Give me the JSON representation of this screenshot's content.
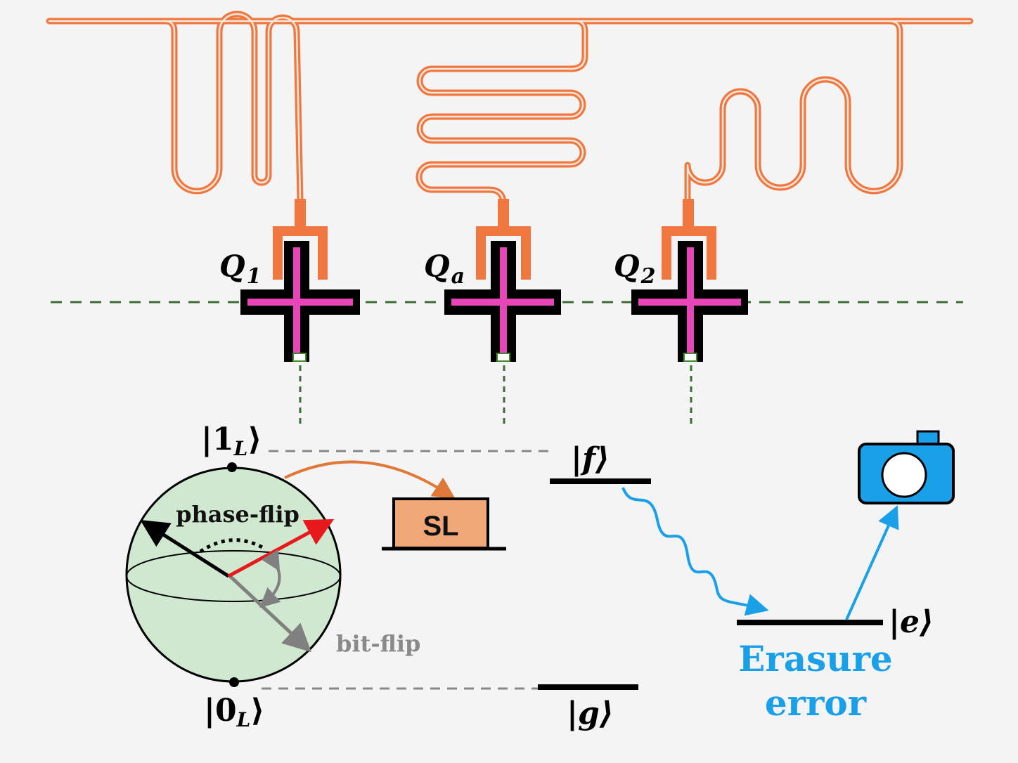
{
  "qubits": [
    {
      "main": "Q",
      "sub": "1"
    },
    {
      "main": "Q",
      "sub": "a"
    },
    {
      "main": "Q",
      "sub": "2"
    }
  ],
  "bloch": {
    "top_label": {
      "pre": "|",
      "main": "1",
      "sub": "L",
      "post": "⟩"
    },
    "bottom_label": {
      "pre": "|",
      "main": "0",
      "sub": "L",
      "post": "⟩"
    },
    "phase_flip": "phase-flip",
    "bit_flip": "bit-flip"
  },
  "sl_box": {
    "label": "SL"
  },
  "levels": {
    "f": "|f⟩",
    "e": "|e⟩",
    "g": "|g⟩"
  },
  "erasure": {
    "line1": "Erasure",
    "line2": "error"
  },
  "colors": {
    "resonator": "#f07840",
    "qubit_fill": "#e845b8",
    "qubit_border": "#000000",
    "dashed_green": "#3d6b35",
    "sphere_fill": "#cfe8cf",
    "sl_fill": "#f0a878",
    "accent_blue": "#1aa0e8",
    "red_arrow": "#e8191c",
    "gray_arrow": "#808080"
  }
}
